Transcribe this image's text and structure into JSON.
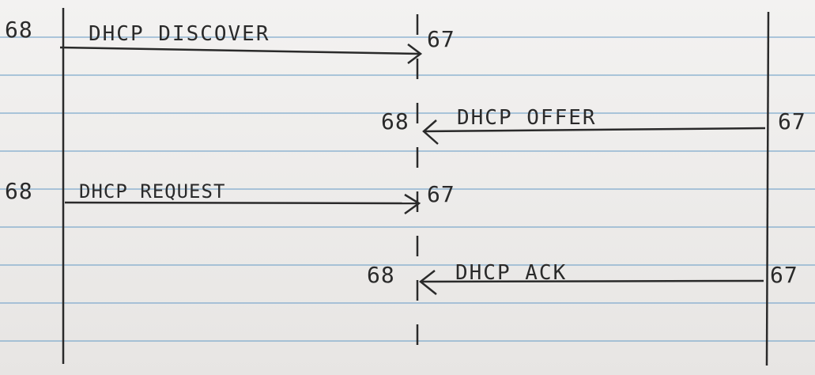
{
  "messages": [
    {
      "src_port": "68",
      "label": "DHCP DISCOVER",
      "dst_port": "67"
    },
    {
      "src_port": "68",
      "label": "DHCP OFFER",
      "dst_port": "67"
    },
    {
      "src_port": "68",
      "label": "DHCP REQUEST",
      "dst_port": "67"
    },
    {
      "src_port": "68",
      "label": "DHCP ACK",
      "dst_port": "67"
    }
  ],
  "colors": {
    "ink": "#2a2a2a",
    "paper": "#efeeee",
    "rule": "#6ea0c8"
  }
}
